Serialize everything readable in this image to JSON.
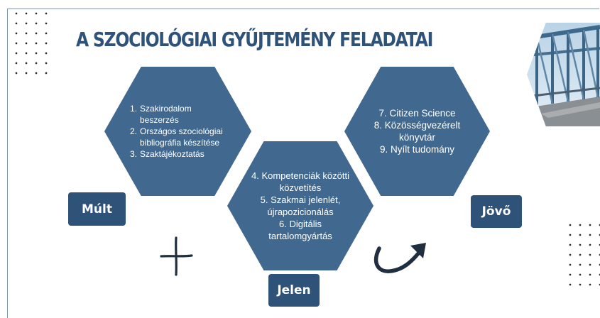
{
  "title": "A SZOCIOLÓGIAI GYŰJTEMÉNY FELADATAI",
  "past": {
    "label": "Múlt",
    "items": [
      {
        "num": "1.",
        "text": "Szakirodalom beszerzés"
      },
      {
        "num": "2.",
        "text": "Országos szociológiai bibliográfia készítése"
      },
      {
        "num": "3.",
        "text": "Szaktájékoztatás"
      }
    ]
  },
  "present": {
    "label": "Jelen",
    "items": [
      "4. Kompetenciák közötti közvetítés",
      "5. Szakmai jelenlét, újrapozicionálás",
      "6. Digitális tartalomgyártás"
    ]
  },
  "future": {
    "label": "Jövő",
    "items": [
      "7. Citizen Science",
      "8. Közösségvezérelt könyvtár",
      "9. Nyílt tudomány"
    ]
  },
  "colors": {
    "hexagon": "#41698f",
    "label_box": "#2f5278",
    "title": "#2f5278",
    "text_on_dark": "#ffffff",
    "background": "#ffffff"
  },
  "icons": {
    "plus": "plus-icon",
    "arrow": "curved-arrow-icon",
    "photo": "bridge-photo"
  }
}
